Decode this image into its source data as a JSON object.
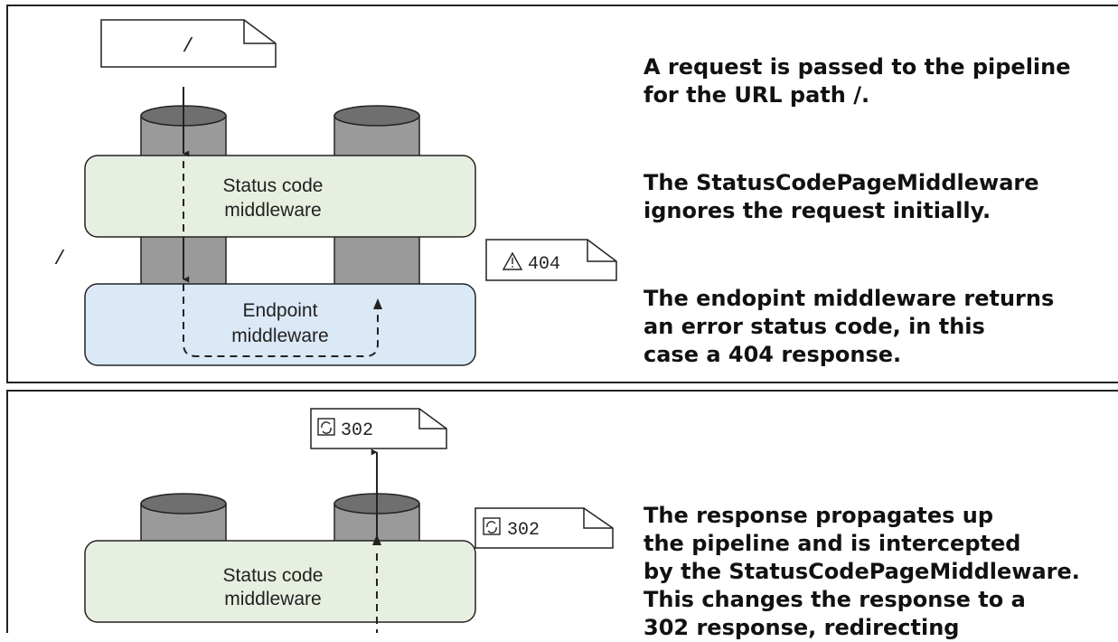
{
  "panel_top": {
    "request_doc_label": "/",
    "side_path_label": "/",
    "status_middleware_line1": "Status code",
    "status_middleware_line2": "middleware",
    "endpoint_middleware_line1": "Endpoint",
    "endpoint_middleware_line2": "middleware",
    "response_doc_label": "404",
    "response_doc_icon": "warning-icon",
    "descriptions": [
      [
        "A request is passed to the pipeline",
        "for the URL path /."
      ],
      [
        "The StatusCodePageMiddleware",
        "ignores the request initially."
      ],
      [
        "The endopint middleware returns",
        "an error status code, in this",
        "case a 404 response."
      ]
    ]
  },
  "panel_bottom": {
    "top_response_doc_label": "302",
    "side_response_doc_label": "302",
    "response_doc_icon": "redirect-icon",
    "status_middleware_line1": "Status code",
    "status_middleware_line2": "middleware",
    "descriptions": [
      [
        "The response propagates up",
        "the pipeline and is intercepted",
        "by the StatusCodePageMiddleware.",
        "This changes the response to a",
        "302 response, redirecting"
      ]
    ]
  },
  "colors": {
    "status_middleware_fill": "#e7efe0",
    "endpoint_middleware_fill": "#dbe8f6",
    "cylinder_fill": "#9a9a9a",
    "cylinder_top": "#6f6f6f",
    "stroke": "#222222"
  }
}
